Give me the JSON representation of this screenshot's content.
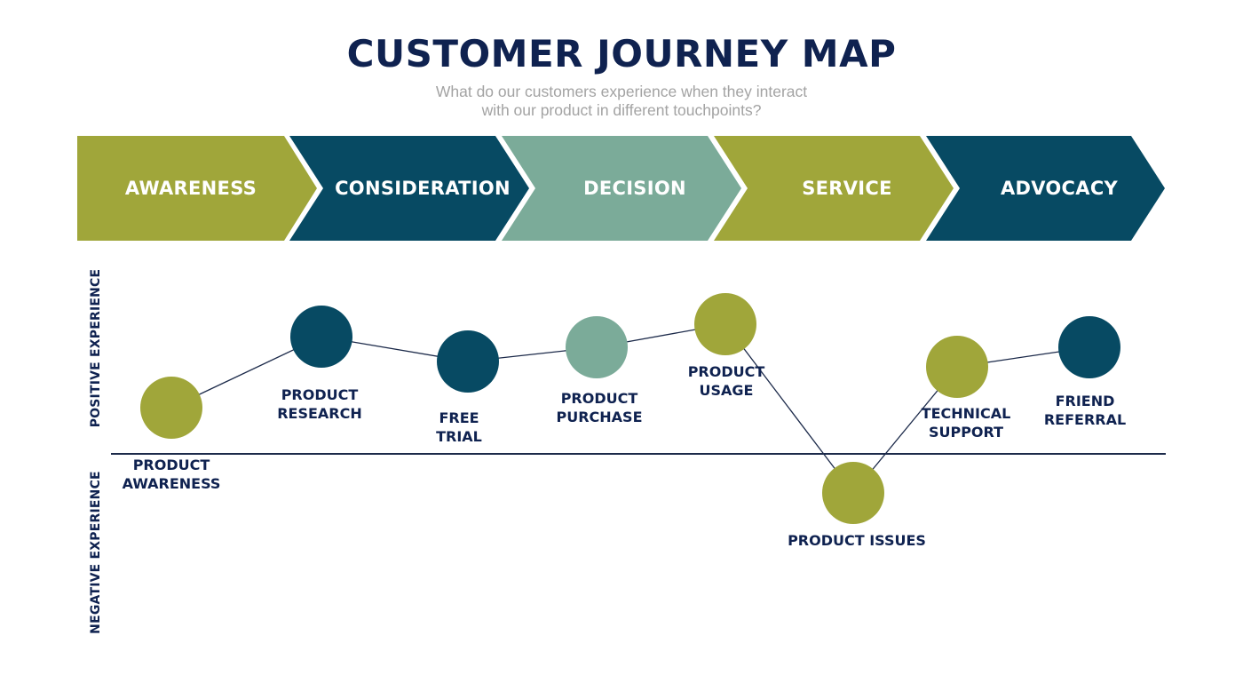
{
  "header": {
    "title": "CUSTOMER JOURNEY MAP",
    "subtitle_line1": "What do our customers experience when they interact",
    "subtitle_line2": "with our product in different touchpoints?"
  },
  "colors": {
    "olive": "#a0a63a",
    "navy": "#074a63",
    "sage": "#7bab99",
    "title": "#0f2250",
    "subtitle": "#a3a3a3",
    "line": "#1c2a4a"
  },
  "stages": [
    {
      "label": "AWARENESS",
      "color": "#a0a63a"
    },
    {
      "label": "CONSIDERATION",
      "color": "#074a63"
    },
    {
      "label": "DECISION",
      "color": "#7bab99"
    },
    {
      "label": "SERVICE",
      "color": "#a0a63a"
    },
    {
      "label": "ADVOCACY",
      "color": "#074a63"
    }
  ],
  "axis": {
    "positive": "POSITIVE EXPERIENCE",
    "negative": "NEGATIVE EXPERIENCE"
  },
  "touchpoints": [
    {
      "line1": "PRODUCT",
      "line2": "AWARENESS",
      "color": "#a0a63a",
      "experience": "positive"
    },
    {
      "line1": "PRODUCT",
      "line2": "RESEARCH",
      "color": "#074a63",
      "experience": "positive"
    },
    {
      "line1": "FREE",
      "line2": "TRIAL",
      "color": "#074a63",
      "experience": "positive"
    },
    {
      "line1": "PRODUCT",
      "line2": "PURCHASE",
      "color": "#7bab99",
      "experience": "positive"
    },
    {
      "line1": "PRODUCT",
      "line2": "USAGE",
      "color": "#a0a63a",
      "experience": "positive"
    },
    {
      "line1": "PRODUCT ISSUES",
      "line2": "",
      "color": "#a0a63a",
      "experience": "negative"
    },
    {
      "line1": "TECHNICAL",
      "line2": "SUPPORT",
      "color": "#a0a63a",
      "experience": "positive"
    },
    {
      "line1": "FRIEND",
      "line2": "REFERRAL",
      "color": "#074a63",
      "experience": "positive"
    }
  ]
}
